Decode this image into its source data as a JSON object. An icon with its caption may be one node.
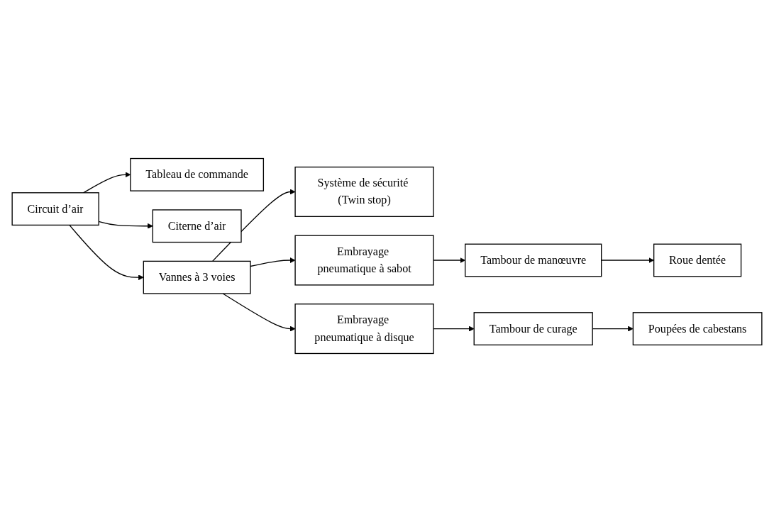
{
  "diagram": {
    "nodes": [
      {
        "text": [
          "Circuit d’air"
        ]
      },
      {
        "text": [
          "Tableau de commande"
        ]
      },
      {
        "text": [
          "Citerne d’air"
        ]
      },
      {
        "text": [
          "Vannes à 3 voies"
        ]
      },
      {
        "text": [
          "Système de sécurité (Twin stop)"
        ]
      },
      {
        "text": [
          "Embrayage pneumatique à sabot"
        ]
      },
      {
        "text": [
          "Embrayage pneumatique à disque"
        ]
      },
      {
        "text": [
          "Tambour de manœuvre"
        ]
      },
      {
        "text": [
          "Tambour de curage"
        ]
      },
      {
        "text": [
          "Roue dentée"
        ]
      },
      {
        "text": [
          "Poupées de cabestans"
        ]
      }
    ],
    "edges": [
      {
        "from": 0,
        "to": 1,
        "arrow": "to"
      },
      {
        "from": 0,
        "to": 2,
        "arrow": "to"
      },
      {
        "from": 0,
        "to": 3,
        "arrow": "to"
      },
      {
        "from": 3,
        "to": 4,
        "arrow": "to"
      },
      {
        "from": 3,
        "to": 5,
        "arrow": "to"
      },
      {
        "from": 3,
        "to": 6,
        "arrow": "to"
      },
      {
        "from": 5,
        "to": 7,
        "arrow": "to"
      },
      {
        "from": 6,
        "to": 8,
        "arrow": "to"
      },
      {
        "from": 7,
        "to": 9,
        "arrow": "to"
      },
      {
        "from": 8,
        "to": 10,
        "arrow": "to"
      }
    ]
  }
}
